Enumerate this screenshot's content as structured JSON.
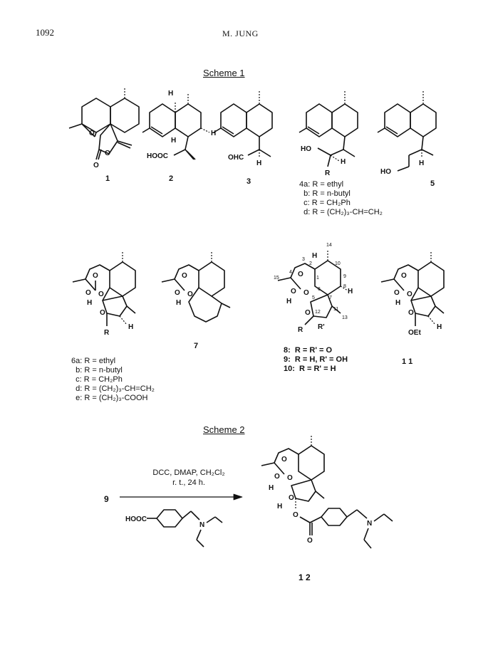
{
  "header": {
    "page_number": "1092",
    "author": "M. JUNG"
  },
  "scheme1": {
    "title": "Scheme  1",
    "compounds": [
      {
        "id": "1",
        "label": "1"
      },
      {
        "id": "2",
        "label": "2"
      },
      {
        "id": "3",
        "label": "3"
      },
      {
        "id": "4",
        "label": "4a: R = ethyl\n  b: R = n-butyl\n  c: R = CH₂Ph\n  d: R = (CH₂)₃-CH=CH₂"
      },
      {
        "id": "5",
        "label": "5"
      },
      {
        "id": "6",
        "label": "6a: R = ethyl\n  b: R = n-butyl\n  c: R = CH₂Ph\n  d: R = (CH₂)₃-CH=CH₂\n  e: R = (CH₂)₃-COOH"
      },
      {
        "id": "7",
        "label": "7"
      },
      {
        "id": "8-10",
        "label": "8:  R = R' = O\n9:  R = H, R' = OH\n10:  R = R' = H"
      },
      {
        "id": "11",
        "label": "1 1"
      }
    ],
    "atom_labels": {
      "H": "H",
      "O": "O",
      "R": "R",
      "R_prime": "R'",
      "HOOC": "HOOC",
      "OHC": "OHC",
      "HO": "HO",
      "OEt": "OEt",
      "numbers": [
        "1",
        "2",
        "3",
        "4",
        "5",
        "6",
        "7",
        "8",
        "9",
        "10",
        "11",
        "12",
        "13",
        "14",
        "15"
      ]
    }
  },
  "scheme2": {
    "title": "Scheme  2",
    "reactant": "9",
    "conditions_line1": "DCC, DMAP, CH₂Cl₂",
    "conditions_line2": "r. t.,  24 h.",
    "reagent_label": "HOOC",
    "reagent_n": "N",
    "product": "1 2"
  }
}
